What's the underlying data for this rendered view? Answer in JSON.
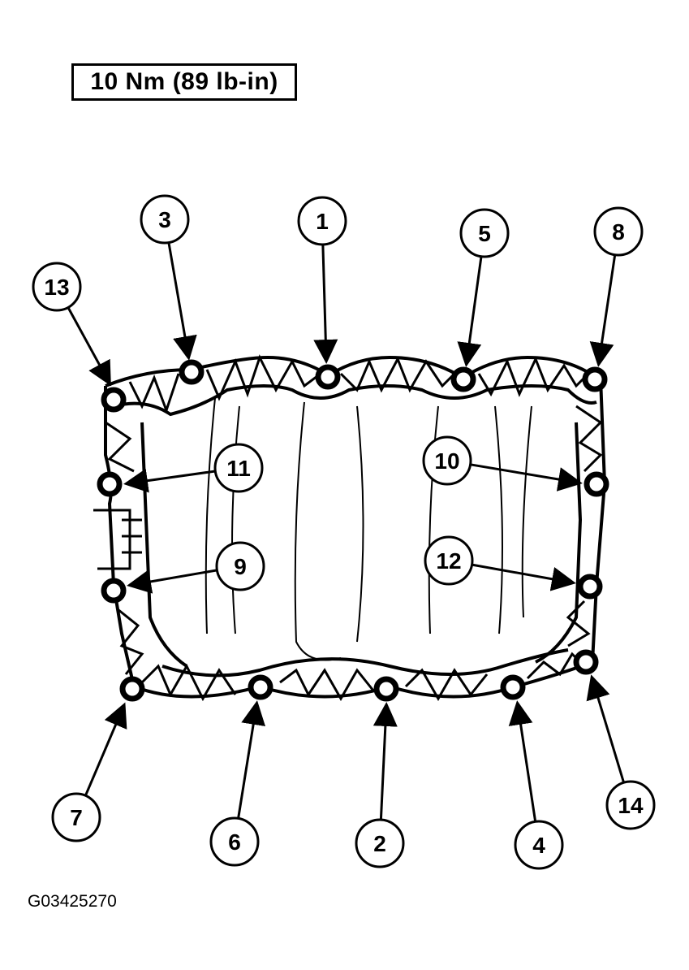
{
  "torque_spec": "10 Nm (89 lb-in)",
  "figure_id": "G03425270",
  "callouts": [
    {
      "label": "1"
    },
    {
      "label": "2"
    },
    {
      "label": "3"
    },
    {
      "label": "4"
    },
    {
      "label": "5"
    },
    {
      "label": "6"
    },
    {
      "label": "7"
    },
    {
      "label": "8"
    },
    {
      "label": "9"
    },
    {
      "label": "10"
    },
    {
      "label": "11"
    },
    {
      "label": "12"
    },
    {
      "label": "13"
    },
    {
      "label": "14"
    }
  ]
}
